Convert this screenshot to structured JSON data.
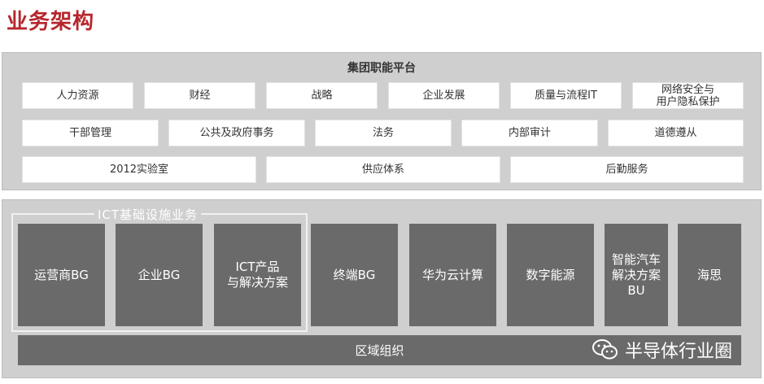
{
  "title": "业务架构",
  "group_platform": {
    "title": "集团职能平台",
    "rows": [
      [
        "人力资源",
        "财经",
        "战略",
        "企业发展",
        "质量与流程IT",
        "网络安全与\n用户隐私保护"
      ],
      [
        "干部管理",
        "公共及政府事务",
        "法务",
        "内部审计",
        "道德遵从"
      ],
      [
        "2012实验室",
        "供应体系",
        "后勤服务"
      ]
    ]
  },
  "ict": {
    "label": "ICT基础设施业务"
  },
  "businesses": [
    "运营商BG",
    "企业BG",
    "ICT产品\n与解决方案",
    "终端BG",
    "华为云计算",
    "数字能源",
    "智能汽车\n解决方案\nBU",
    "海思"
  ],
  "region": "区域组织",
  "watermark": "半导体行业圈"
}
